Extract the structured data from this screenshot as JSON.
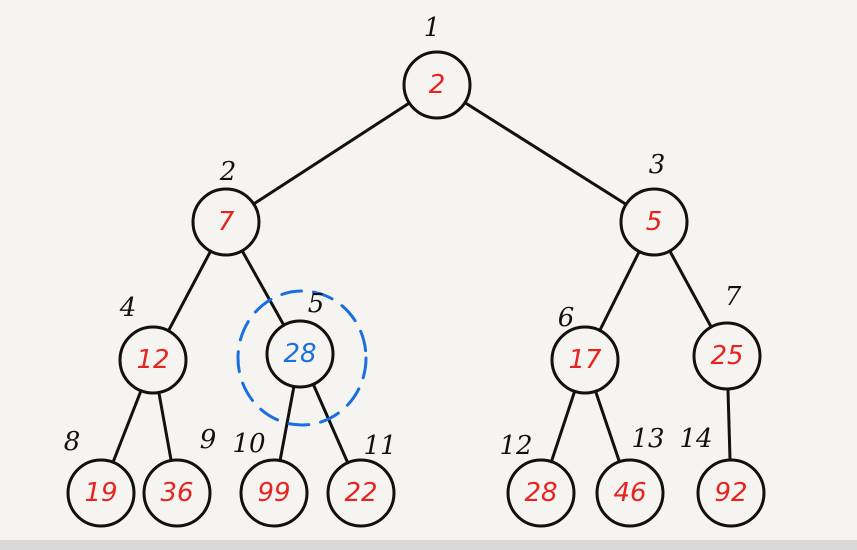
{
  "tree": {
    "nodes": [
      {
        "id": 1,
        "index": "1",
        "value": "2",
        "highlighted": false
      },
      {
        "id": 2,
        "index": "2",
        "value": "7",
        "highlighted": false
      },
      {
        "id": 3,
        "index": "3",
        "value": "5",
        "highlighted": false
      },
      {
        "id": 4,
        "index": "4",
        "value": "12",
        "highlighted": false
      },
      {
        "id": 5,
        "index": "5",
        "value": "28",
        "highlighted": true
      },
      {
        "id": 6,
        "index": "6",
        "value": "17",
        "highlighted": false
      },
      {
        "id": 7,
        "index": "7",
        "value": "25",
        "highlighted": false
      },
      {
        "id": 8,
        "index": "8",
        "value": "19",
        "highlighted": false
      },
      {
        "id": 9,
        "index": "9",
        "value": "36",
        "highlighted": false
      },
      {
        "id": 10,
        "index": "10",
        "value": "99",
        "highlighted": false
      },
      {
        "id": 11,
        "index": "11",
        "value": "22",
        "highlighted": false
      },
      {
        "id": 12,
        "index": "12",
        "value": "28",
        "highlighted": false
      },
      {
        "id": 13,
        "index": "13",
        "value": "46",
        "highlighted": false
      },
      {
        "id": 14,
        "index": "14",
        "value": "92",
        "highlighted": false
      }
    ],
    "edges": [
      [
        1,
        2
      ],
      [
        1,
        3
      ],
      [
        2,
        4
      ],
      [
        2,
        5
      ],
      [
        3,
        6
      ],
      [
        3,
        7
      ],
      [
        4,
        8
      ],
      [
        4,
        9
      ],
      [
        5,
        10
      ],
      [
        5,
        11
      ],
      [
        6,
        12
      ],
      [
        6,
        13
      ],
      [
        7,
        14
      ]
    ]
  },
  "colors": {
    "value_text": "#e8231f",
    "highlight": "#1a6fe0",
    "stroke": "#111111",
    "background": "#f6f4f0"
  }
}
